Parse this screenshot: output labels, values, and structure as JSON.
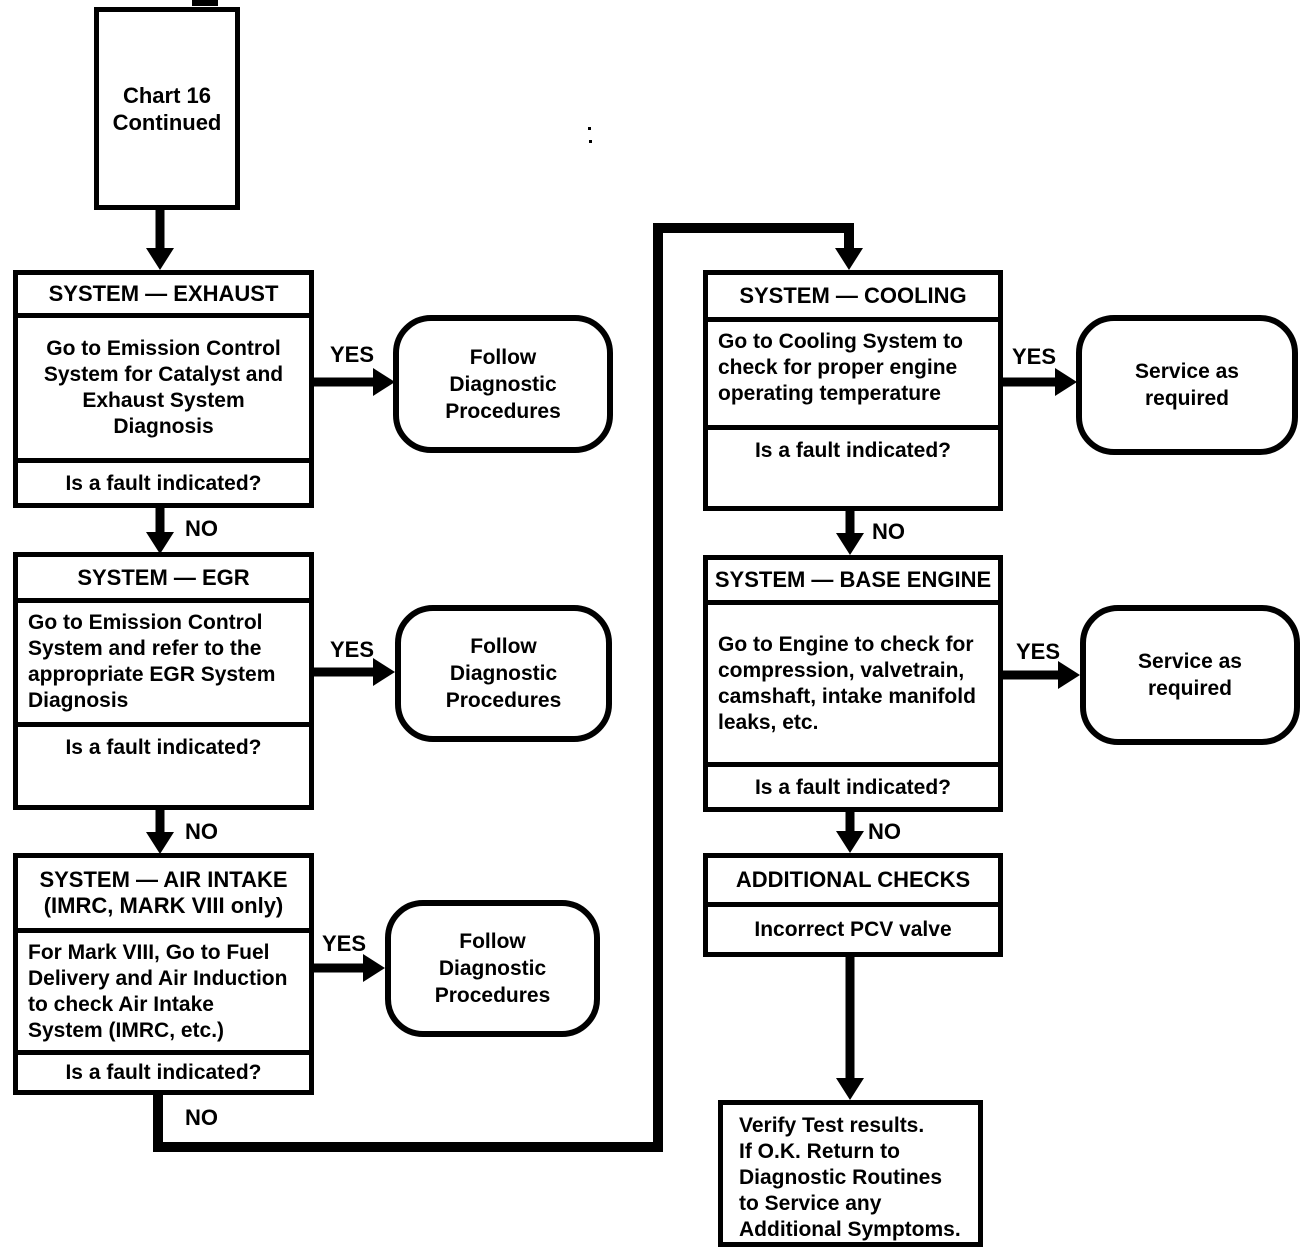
{
  "diagram": {
    "labels": {
      "yes": "YES",
      "no": "NO"
    },
    "nodes": {
      "chart16": {
        "lines": [
          "Chart 16",
          "Continued"
        ]
      },
      "exhaust": {
        "header": "SYSTEM — EXHAUST",
        "body": [
          "Go to Emission Control",
          "System for Catalyst and",
          "Exhaust System",
          "Diagnosis"
        ],
        "question": "Is a fault indicated?"
      },
      "egr": {
        "header": "SYSTEM — EGR",
        "body": [
          "Go to Emission Control",
          "System and refer to the",
          "appropriate EGR System",
          "Diagnosis"
        ],
        "question": "Is a fault indicated?"
      },
      "air_intake": {
        "header": [
          "SYSTEM — AIR INTAKE",
          "(IMRC, MARK VIII only)"
        ],
        "body": [
          "For Mark VIII, Go to Fuel",
          "Delivery and Air Induction",
          "to check Air Intake",
          "System (IMRC, etc.)"
        ],
        "question": "Is a fault indicated?"
      },
      "cooling": {
        "header": "SYSTEM — COOLING",
        "body": [
          "Go to Cooling System to",
          "check for proper engine",
          "operating temperature"
        ],
        "question": "Is a fault indicated?"
      },
      "base_engine": {
        "header": "SYSTEM — BASE ENGINE",
        "body": [
          "Go to Engine to check for",
          "compression, valvetrain,",
          "camshaft, intake manifold",
          "leaks, etc."
        ],
        "question": "Is a fault indicated?"
      },
      "additional_checks": {
        "header": "ADDITIONAL CHECKS",
        "body": "Incorrect PCV valve"
      },
      "verify": {
        "lines": [
          "Verify Test results.",
          "If O.K. Return to",
          "Diagnostic Routines",
          "to Service any",
          "Additional Symptoms."
        ]
      },
      "follow_diagnostic_1": {
        "lines": [
          "Follow",
          "Diagnostic",
          "Procedures"
        ]
      },
      "follow_diagnostic_2": {
        "lines": [
          "Follow",
          "Diagnostic",
          "Procedures"
        ]
      },
      "follow_diagnostic_3": {
        "lines": [
          "Follow",
          "Diagnostic",
          "Procedures"
        ]
      },
      "service_required_1": {
        "lines": [
          "Service as",
          "required"
        ]
      },
      "service_required_2": {
        "lines": [
          "Service as",
          "required"
        ]
      }
    },
    "colors": {
      "ink": "#000000",
      "paper": "#ffffff"
    }
  }
}
